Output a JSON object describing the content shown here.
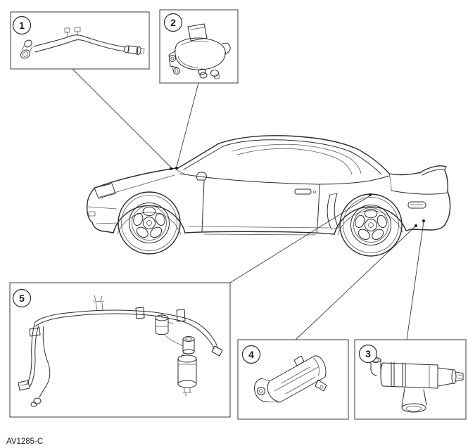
{
  "figure": {
    "code": "AV1285-C"
  },
  "callouts": [
    {
      "label": "1"
    },
    {
      "label": "2"
    },
    {
      "label": "3"
    },
    {
      "label": "4"
    },
    {
      "label": "5"
    }
  ],
  "colors": {
    "line": "#2b2b2b",
    "box_border": "#4d4d4d",
    "background": "#ffffff"
  }
}
